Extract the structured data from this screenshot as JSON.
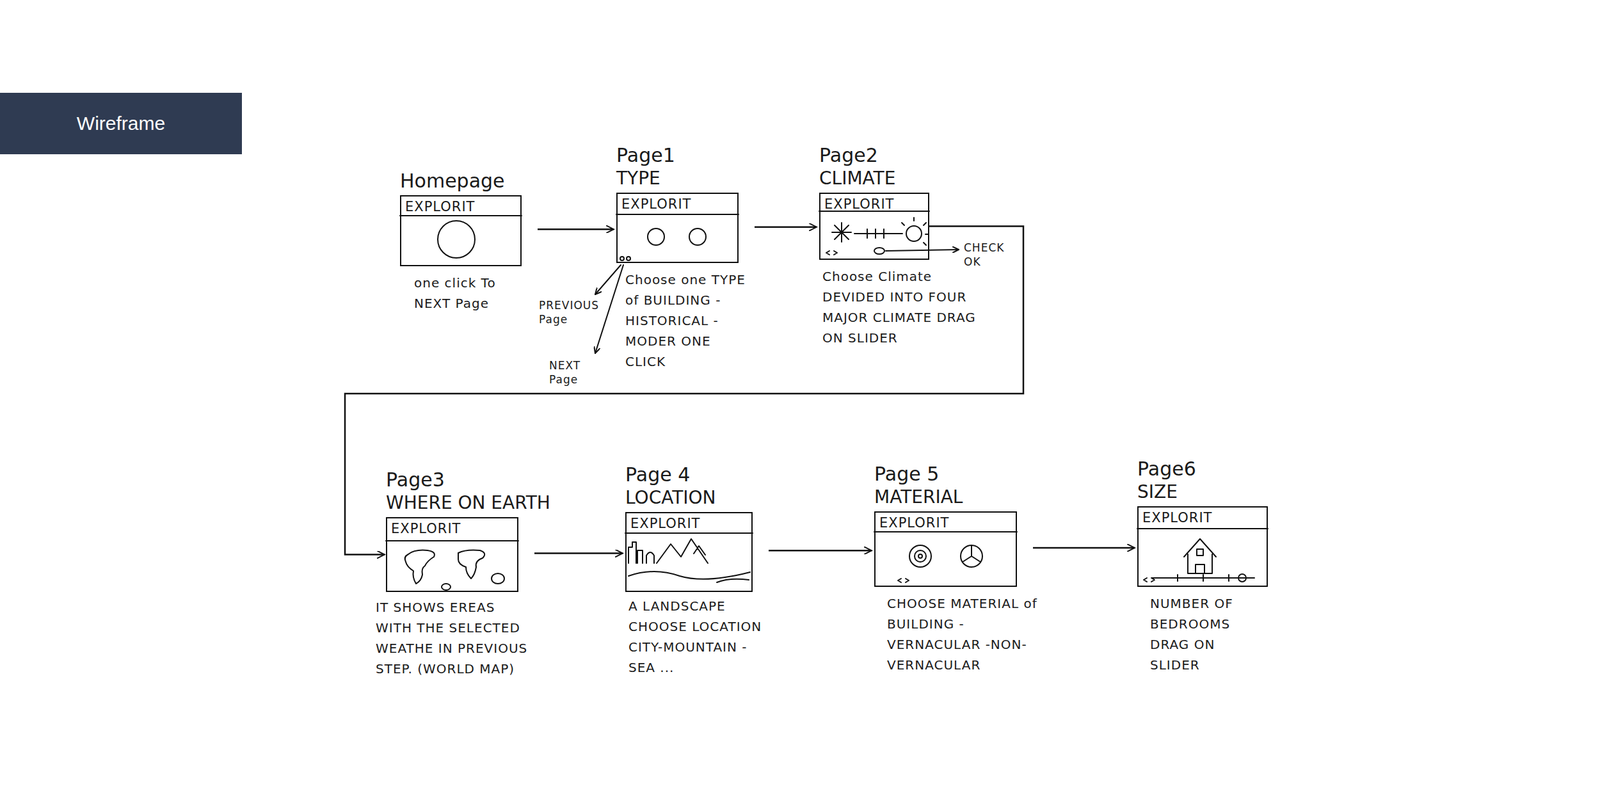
{
  "diagram": {
    "title": "Wireframe",
    "nodes": [
      {
        "text": [
          "Homepage",
          "EXPLORIT",
          "one click To NEXT Page"
        ]
      },
      {
        "text": [
          "Page1",
          "TYPE",
          "EXPLORIT",
          "Choose one TYPE of BUILDING -HISTORICAL -MODER ONE CLICK"
        ]
      },
      {
        "text": [
          "Page2",
          "CLIMATE",
          "EXPLORIT",
          "Choose Climate DEVIDED INTO FOUR MAJOR CLIMATE DRAG ON SLIDER"
        ]
      },
      {
        "text": [
          "Page3",
          "WHERE ON EARTH",
          "EXPLORIT",
          "IT SHOWS EREAS WITH THE SELECTED WEATHE IN PREVIOUS STEP. (WORLD MAP)"
        ]
      },
      {
        "text": [
          "Page 4",
          "LOCATION",
          "EXPLORIT",
          "A LANDSCAPE CHOOSE LOCATION CITY-MOUNTAIN -SEA ..."
        ]
      },
      {
        "text": [
          "Page 5",
          "MATERIAL",
          "EXPLORIT",
          "CHOOSE MATERIAL of BUILDING -VERNACULAR -NON-VERNACULAR"
        ]
      },
      {
        "text": [
          "Page6",
          "SIZE",
          "EXPLORIT",
          "NUMBER OF BEDROOMS DRAG ON SLIDER"
        ]
      }
    ],
    "edges": [
      {
        "from": 0,
        "to": 1,
        "arrow": "to"
      },
      {
        "from": 1,
        "to": 2,
        "arrow": "to"
      },
      {
        "from": 2,
        "to": 3,
        "arrow": "to"
      },
      {
        "from": 3,
        "to": 4,
        "arrow": "to"
      },
      {
        "from": 4,
        "to": 5,
        "arrow": "to"
      },
      {
        "from": 5,
        "to": 6,
        "arrow": "to"
      }
    ],
    "labels": [
      "PREVIOUS Page",
      "NEXT Page",
      "CHECK OK"
    ]
  }
}
